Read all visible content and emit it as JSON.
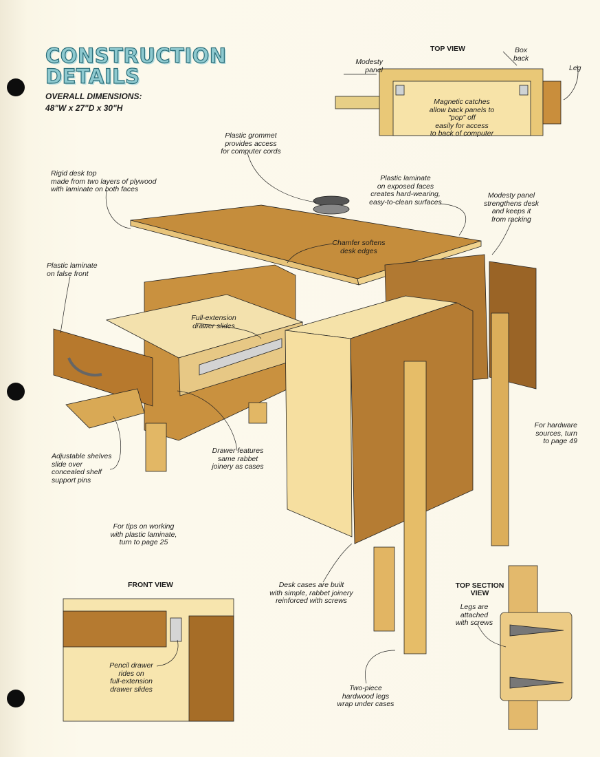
{
  "title": {
    "line1": "CONSTRUCTION",
    "line2": "DETAILS"
  },
  "dimensions": {
    "heading": "OVERALL DIMENSIONS:",
    "value": "48\"W x 27\"D x 30\"H"
  },
  "top_view": {
    "heading": "TOP VIEW",
    "box_back": "Box\nback",
    "leg": "Leg",
    "modesty_panel": "Modesty\npanel",
    "magnetic": "Magnetic catches\nallow back panels to\n\"pop\" off\neasily for access\nto back of computer"
  },
  "callouts": {
    "grommet": "Plastic grommet\nprovides access\nfor computer cords",
    "desk_top": "Rigid desk top\nmade from two layers of plywood\nwith laminate on both faces",
    "laminate_faces": "Plastic laminate\non exposed faces\ncreates hard-wearing,\neasy-to-clean surfaces",
    "modesty_strengthens": "Modesty panel\nstrengthens desk\nand keeps it\nfrom racking",
    "chamfer": "Chamfer softens\ndesk edges",
    "false_front": "Plastic laminate\non false front",
    "drawer_slides": "Full-extension\ndrawer slides",
    "shelves": "Adjustable shelves\nslide over\nconcealed shelf\nsupport pins",
    "drawer_joinery": "Drawer features\nsame rabbet\njoinery as cases",
    "hardware": "For hardware\nsources, turn\nto page 49",
    "tips": "For tips on working\nwith plastic laminate,\nturn to page 25",
    "cases": "Desk cases are built\nwith simple, rabbet joinery\nreinforced with screws",
    "legs_wrap": "Two-piece\nhardwood legs\nwrap under cases"
  },
  "front_view": {
    "heading": "FRONT VIEW",
    "pencil": "Pencil drawer\nrides on\nfull-extension\ndrawer slides"
  },
  "top_section": {
    "heading": "TOP SECTION\nVIEW",
    "legs": "Legs are\nattached\nwith screws"
  }
}
